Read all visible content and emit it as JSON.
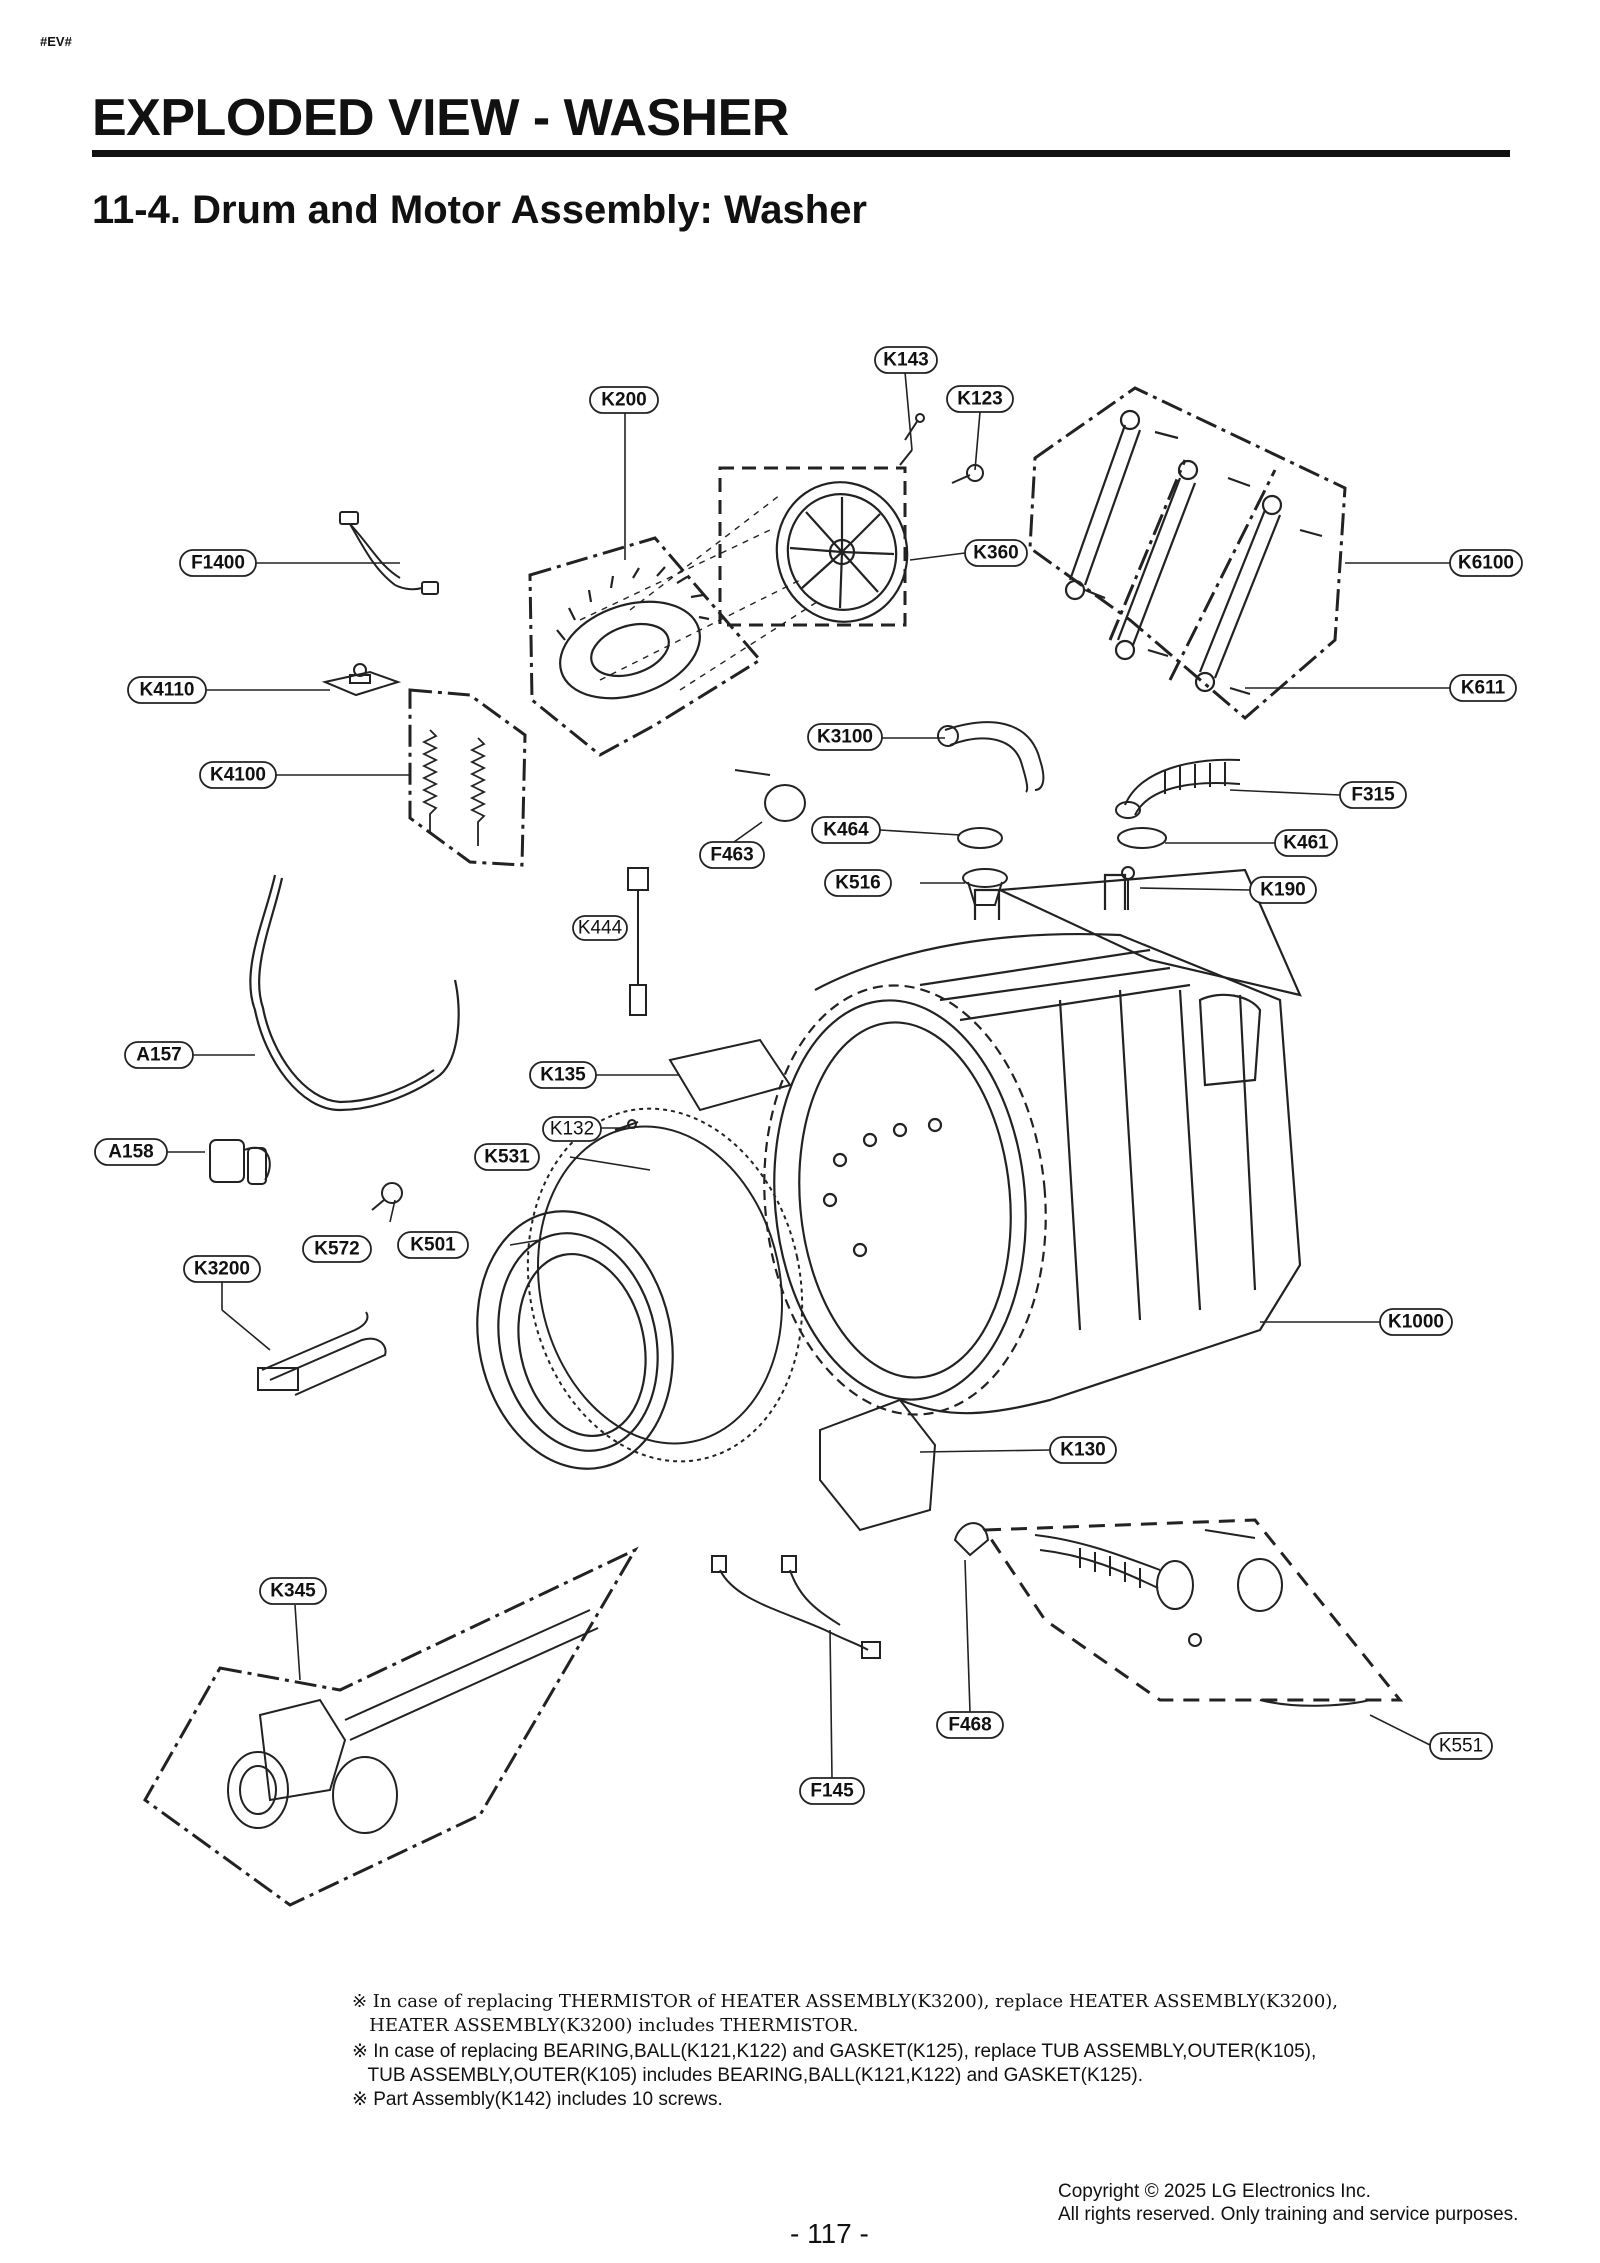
{
  "page": {
    "tag": "#EV#",
    "title": "EXPLODED VIEW - WASHER",
    "subtitle": "11-4. Drum and Motor Assembly: Washer",
    "page_number": "- 117 -",
    "copyright_line1": "Copyright ©  2025 LG Electronics Inc.",
    "copyright_line2": "All rights reserved. Only training and service purposes."
  },
  "labels": {
    "K143": "K143",
    "K200": "K200",
    "K123": "K123",
    "K360": "K360",
    "K6100": "K6100",
    "F1400": "F1400",
    "K4110": "K4110",
    "K611": "K611",
    "K3100": "K3100",
    "K4100": "K4100",
    "F315": "F315",
    "K464": "K464",
    "K461": "K461",
    "F463": "F463",
    "K516": "K516",
    "K190": "K190",
    "K444": "K444",
    "A157": "A157",
    "K135": "K135",
    "K132": "K132",
    "A158": "A158",
    "K531": "K531",
    "K572": "K572",
    "K501": "K501",
    "K3200": "K3200",
    "K1000": "K1000",
    "K130": "K130",
    "K345": "K345",
    "F468": "F468",
    "K551": "K551",
    "F145": "F145"
  },
  "notes": {
    "note1_line1": "※ In case of replacing THERMISTOR of HEATER ASSEMBLY(K3200), replace HEATER ASSEMBLY(K3200),",
    "note1_line2": "   HEATER ASSEMBLY(K3200) includes THERMISTOR.",
    "note2_line1": "※ In case of replacing BEARING,BALL(K121,K122) and GASKET(K125), replace TUB ASSEMBLY,OUTER(K105),",
    "note2_line2": "   TUB ASSEMBLY,OUTER(K105) includes BEARING,BALL(K121,K122) and GASKET(K125).",
    "note3": "※ Part Assembly(K142) includes 10 screws."
  }
}
